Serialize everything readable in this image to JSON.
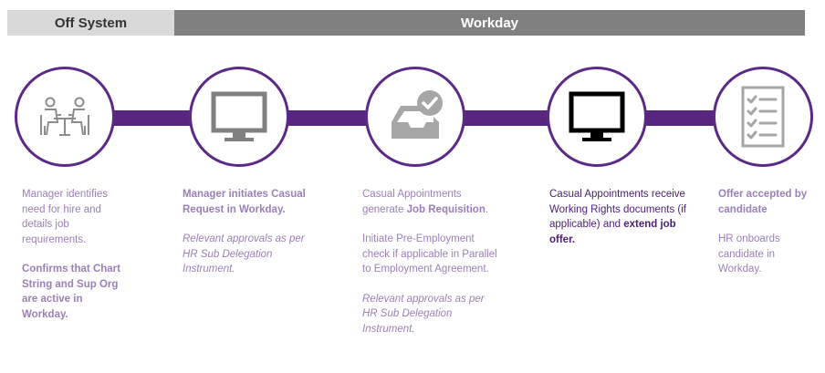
{
  "header": {
    "off_system": "Off System",
    "workday": "Workday"
  },
  "steps": [
    {
      "icon": "people-meeting-icon",
      "p1": "Manager identifies need for hire and details job requirements.",
      "p2": "Confirms that Chart String and Sup Org are active in Workday."
    },
    {
      "icon": "monitor-icon",
      "p1": "Manager initiates Casual Request in Workday.",
      "p2": "Relevant approvals as per HR Sub Delegation Instrument."
    },
    {
      "icon": "inbox-check-icon",
      "p1a": "Casual Appointments generate ",
      "p1b": "Job Requisition",
      "p1c": ".",
      "p2": "Initiate Pre-Employment check if applicable in Parallel to Employment Agreement.",
      "p3": "Relevant approvals as per HR Sub Delegation Instrument."
    },
    {
      "icon": "monitor-icon",
      "p1a": "Casual Appointments receive Working Rights documents (if applicable) and ",
      "p1b": "extend job offer."
    },
    {
      "icon": "checklist-icon",
      "p1": "Offer accepted by candidate",
      "p2": "HR onboards candidate  in Workday."
    }
  ],
  "colors": {
    "purple": "#5b2a86",
    "connector": "#59267f",
    "light_text": "#9b7fb8",
    "dark_text": "#4a1f73",
    "icon_gray": "#8c8c8c"
  }
}
